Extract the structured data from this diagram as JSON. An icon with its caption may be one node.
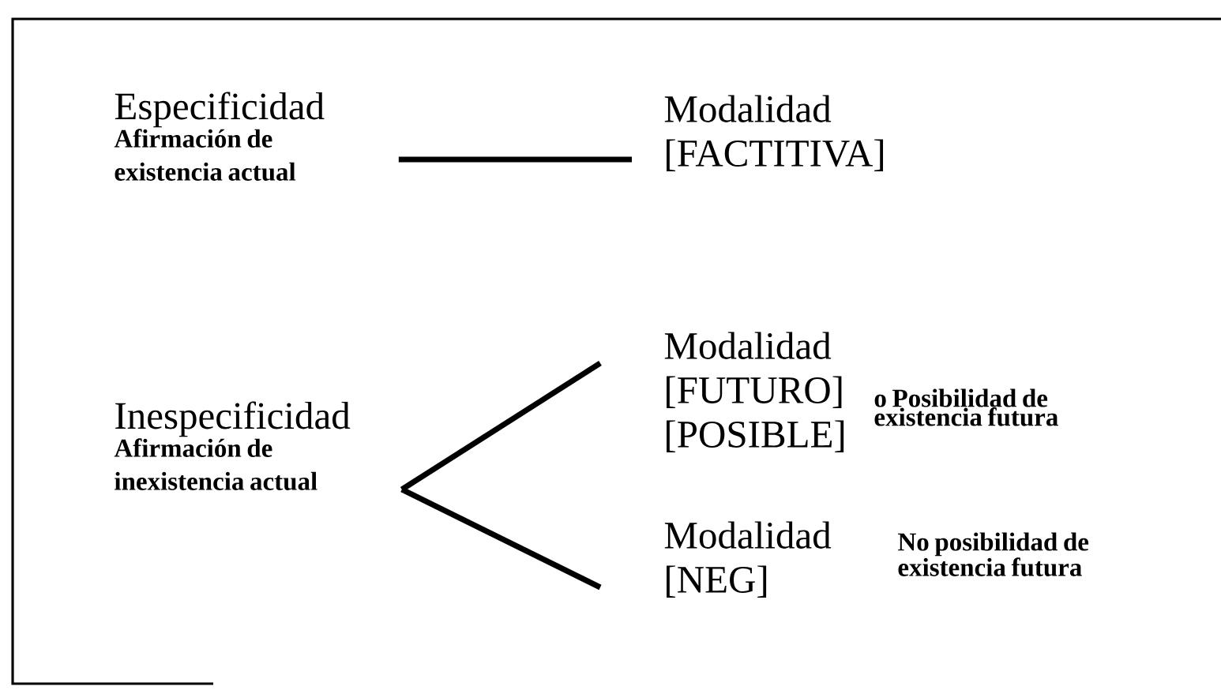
{
  "diagram": {
    "nodes": [
      {
        "text": [
          "Especificidad",
          "Afirmación de existencia actual"
        ]
      },
      {
        "text": [
          "Modalidad [FACTITIVA]"
        ]
      },
      {
        "text": [
          "Inespecificidad",
          "Afirmación de inexistencia actual"
        ]
      },
      {
        "text": [
          "Modalidad [FUTURO] [POSIBLE]"
        ],
        "beside": [
          "o Posibilidad de existencia futura"
        ]
      },
      {
        "text": [
          "Modalidad [NEG]"
        ],
        "beside": [
          "No posibilidad de existencia futura"
        ]
      }
    ],
    "edges": [
      {
        "from": 0,
        "to": 1,
        "arrow": "none"
      },
      {
        "from": 2,
        "to": 3,
        "arrow": "none"
      },
      {
        "from": 2,
        "to": 4,
        "arrow": "none"
      }
    ]
  }
}
